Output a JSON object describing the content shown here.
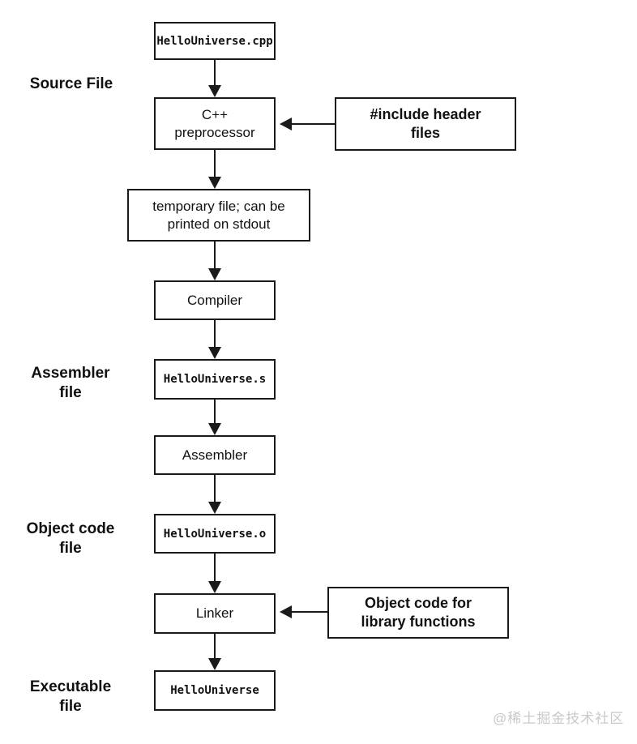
{
  "diagram": {
    "stage_labels": {
      "source": "Source File",
      "assembler": "Assembler\nfile",
      "object": "Object code\nfile",
      "executable": "Executable\nfile"
    },
    "nodes": {
      "source_file": "HelloUniverse.cpp",
      "preprocessor": "C++\npreprocessor",
      "include_headers": "#include header\nfiles",
      "temp_file": "temporary file; can be\nprinted on stdout",
      "compiler": "Compiler",
      "assembly_file": "HelloUniverse.s",
      "assembler": "Assembler",
      "object_file": "HelloUniverse.o",
      "linker": "Linker",
      "object_code_lib": "Object code for\nlibrary functions",
      "executable_file": "HelloUniverse"
    },
    "watermark": "@稀土掘金技术社区",
    "colors": {
      "line": "#1a1a1a",
      "text": "#111111",
      "watermark": "#c9c9c9",
      "background": "#ffffff"
    }
  }
}
